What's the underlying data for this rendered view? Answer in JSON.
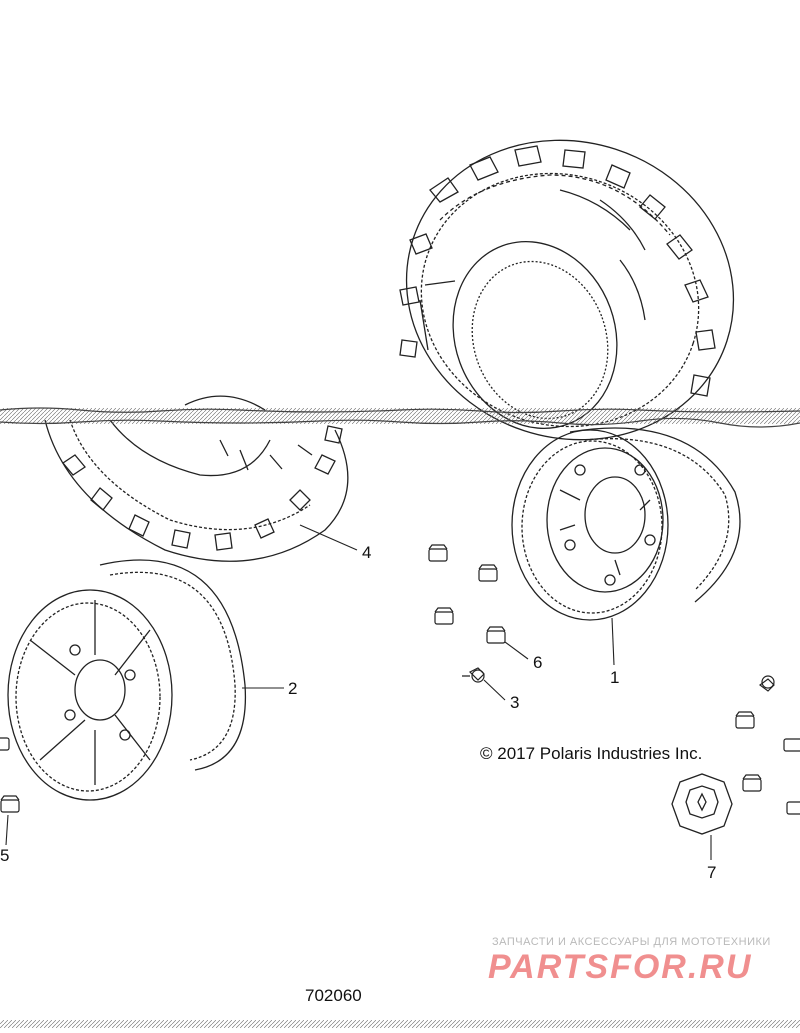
{
  "callouts": [
    {
      "id": "1",
      "label": "1"
    },
    {
      "id": "2",
      "label": "2"
    },
    {
      "id": "3",
      "label": "3"
    },
    {
      "id": "4",
      "label": "4"
    },
    {
      "id": "5",
      "label": "5"
    },
    {
      "id": "6",
      "label": "6"
    },
    {
      "id": "7",
      "label": "7"
    }
  ],
  "copyright": "© 2017 Polaris Industries Inc.",
  "figure_number": "702060",
  "watermark": {
    "tagline": "ЗАПЧАСТИ И АКСЕССУАРЫ ДЛЯ МОТОТЕХНИКИ",
    "brand": "PARTSFOR.RU"
  },
  "colors": {
    "line": "#222222",
    "watermark_red": "#f08f8f",
    "watermark_gray": "#b9b9b9"
  }
}
